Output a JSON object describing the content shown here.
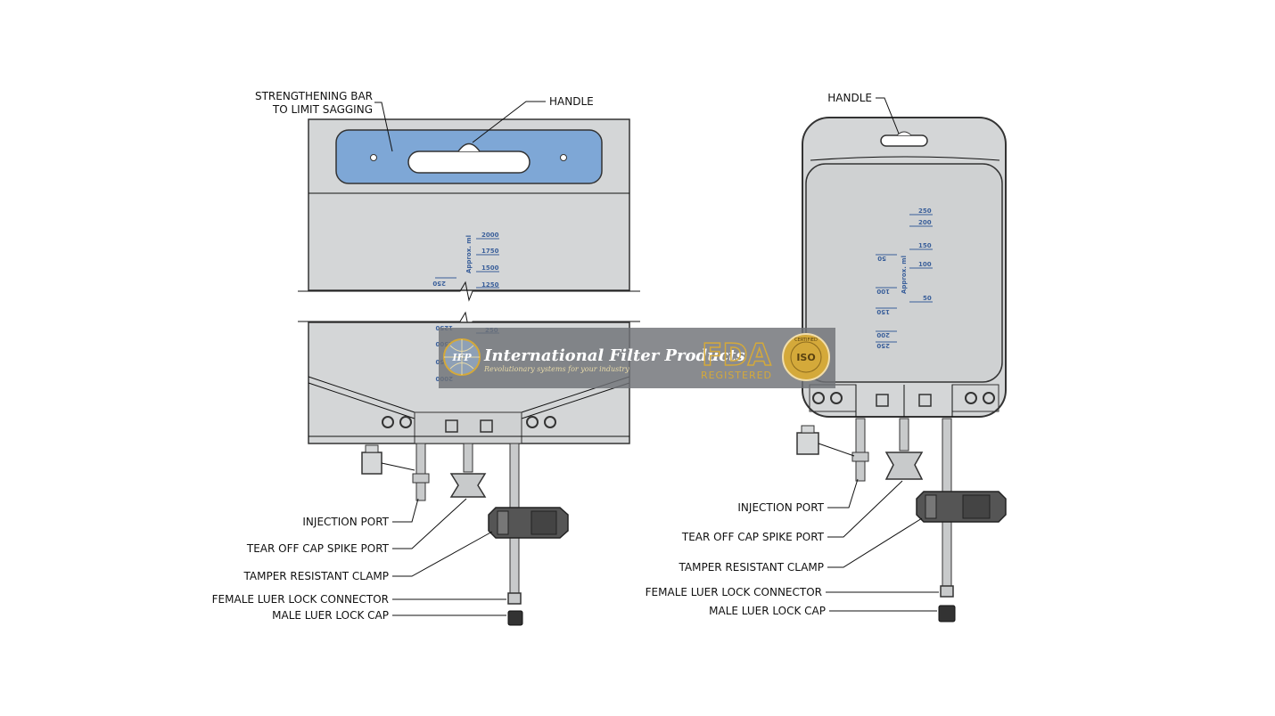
{
  "left": {
    "strengthening_bar": "STRENGTHENING BAR",
    "strengthening_bar_2": "TO LIMIT SAGGING",
    "handle": "HANDLE",
    "axis": "Approx. ml",
    "scale_upper": [
      "2000",
      "1750",
      "1500",
      "1250"
    ],
    "scale_lower": [
      "250"
    ],
    "scale_rotated_upper": [
      "250"
    ],
    "scale_rotated_lower": [
      "1250",
      "1500",
      "1750",
      "2000"
    ],
    "callouts": {
      "injection_port": "INJECTION PORT",
      "tear_off_cap": "TEAR OFF CAP SPIKE PORT",
      "tamper_clamp": "TAMPER RESISTANT CLAMP",
      "female_luer": "FEMALE LUER LOCK CONNECTOR",
      "male_luer": "MALE LUER LOCK CAP"
    }
  },
  "right": {
    "handle": "HANDLE",
    "axis": "Approx. ml",
    "scale": [
      "250",
      "200",
      "150",
      "100",
      "50"
    ],
    "scale_rotated": [
      "50",
      "100",
      "150",
      "200",
      "250"
    ],
    "callouts": {
      "injection_port": "INJECTION PORT",
      "tear_off_cap": "TEAR OFF CAP SPIKE PORT",
      "tamper_clamp": "TAMPER RESISTANT CLAMP",
      "female_luer": "FEMALE LUER LOCK CONNECTOR",
      "male_luer": "MALE LUER LOCK CAP"
    }
  },
  "watermark": {
    "logo_text": "IFP",
    "company": "International Filter Products",
    "tagline": "Revolutionary systems for your industry",
    "fda": "FDA",
    "registered": "REGISTERED",
    "iso": "ISO",
    "certified": "CERTIFIED"
  },
  "colors": {
    "bag": "#d4d6d7",
    "bar": "#7ea7d6",
    "scale": "#3a5f9a",
    "gold": "#d4a93a",
    "watermark_bg": "#7a7c80"
  }
}
